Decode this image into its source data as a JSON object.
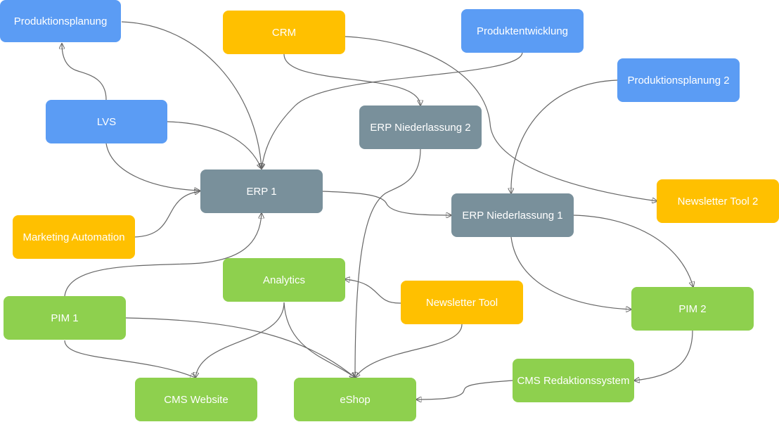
{
  "colors": {
    "blue": "#5B9CF4",
    "gray": "#79909B",
    "yellow": "#FFC000",
    "green": "#8ED04E",
    "edge": "#666666"
  },
  "nodes": {
    "produktionsplanung": {
      "label": "Produktionsplanung",
      "group": "blue"
    },
    "crm": {
      "label": "CRM",
      "group": "yellow"
    },
    "produktentwicklung": {
      "label": "Produktentwicklung",
      "group": "blue"
    },
    "produktionsplanung2": {
      "label": "Produktionsplanung 2",
      "group": "blue"
    },
    "lvs": {
      "label": "LVS",
      "group": "blue"
    },
    "erp_niederlassung2": {
      "label": "ERP Niederlassung 2",
      "group": "gray"
    },
    "erp1": {
      "label": "ERP 1",
      "group": "gray"
    },
    "newsletter_tool2": {
      "label": "Newsletter Tool 2",
      "group": "yellow"
    },
    "erp_niederlassung1": {
      "label": "ERP Niederlassung 1",
      "group": "gray"
    },
    "marketing_automation": {
      "label": "Marketing Automation",
      "group": "yellow"
    },
    "analytics": {
      "label": "Analytics",
      "group": "green"
    },
    "newsletter_tool": {
      "label": "Newsletter Tool",
      "group": "yellow"
    },
    "pim1": {
      "label": "PIM 1",
      "group": "green"
    },
    "pim2": {
      "label": "PIM 2",
      "group": "green"
    },
    "cms_redaktionssystem": {
      "label": "CMS Redaktionssystem",
      "group": "green"
    },
    "cms_website": {
      "label": "CMS Website",
      "group": "green"
    },
    "eshop": {
      "label": "eShop",
      "group": "green"
    }
  }
}
